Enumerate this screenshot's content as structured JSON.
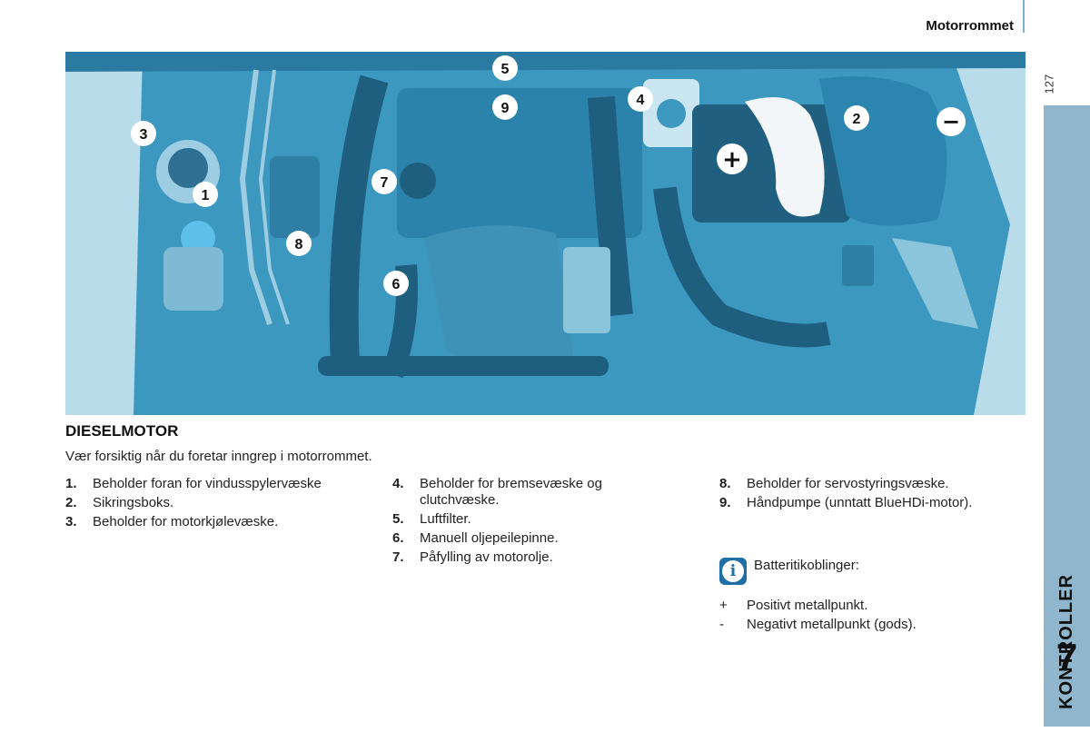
{
  "header": {
    "section_title": "Motorrommet",
    "page_number": "127"
  },
  "side_tab": {
    "label": "KONTROLLER",
    "chapter_number": "7"
  },
  "illustration": {
    "callouts": [
      "1",
      "2",
      "3",
      "4",
      "5",
      "6",
      "7",
      "8",
      "9"
    ],
    "battery_plus_symbol": "+",
    "battery_minus_symbol": "−",
    "colors": {
      "background": "#3d98c0",
      "light": "#b9dcea",
      "dark": "#1e5f80",
      "highlight": "#f2f6f8"
    }
  },
  "section": {
    "title": "DIESELMOTOR",
    "intro": "Vær forsiktig når du foretar inngrep i motorrommet."
  },
  "legend": {
    "col1": [
      {
        "num": "1.",
        "text": "Beholder foran for vindusspylervæske"
      },
      {
        "num": "2.",
        "text": "Sikringsboks."
      },
      {
        "num": "3.",
        "text": "Beholder for motorkjølevæske."
      }
    ],
    "col2": [
      {
        "num": "4.",
        "text": "Beholder for bremsevæske og clutchvæske."
      },
      {
        "num": "5.",
        "text": "Luftfilter."
      },
      {
        "num": "6.",
        "text": "Manuell oljepeilepinne."
      },
      {
        "num": "7.",
        "text": "Påfylling av motorolje."
      }
    ],
    "col3": [
      {
        "num": "8.",
        "text": "Beholder for servostyringsvæske."
      },
      {
        "num": "9.",
        "text": "Håndpumpe (unntatt BlueHDi-motor)."
      }
    ]
  },
  "info": {
    "icon": "info-icon",
    "text": "Batteritikoblinger:"
  },
  "battery_terminals": [
    {
      "symbol": "+",
      "text": "Positivt metallpunkt."
    },
    {
      "symbol": "-",
      "text": "Negativt metallpunkt (gods)."
    }
  ]
}
